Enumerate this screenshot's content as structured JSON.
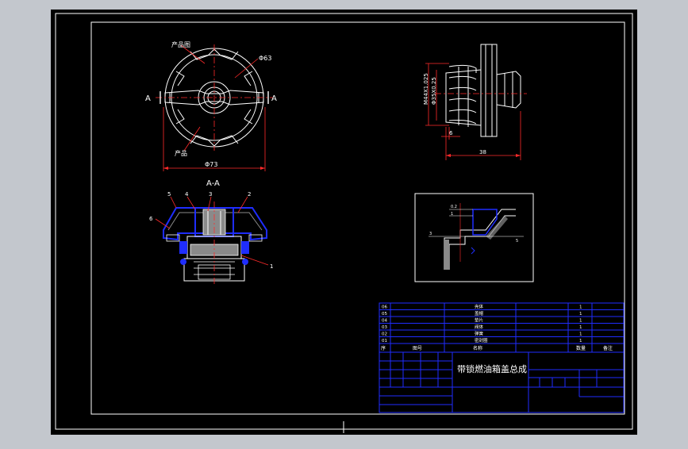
{
  "colors": {
    "viewport_bg": "#c3c7cd",
    "paper": "#000000",
    "frame": "#ffffff",
    "dimension": "#ff2a2a",
    "outline": "#ffffff",
    "blue": "#1f2dff",
    "grey_fill": "#8a8a8a"
  },
  "top_view": {
    "label_top": "产品图",
    "label_dia_small": "Φ63",
    "label_left": "A",
    "label_right": "A",
    "label_bottom": "产品",
    "label_dia_large": "Φ73"
  },
  "side_view": {
    "label_dia_1": "M44X1.025",
    "label_dia_2": "Φ35X0.25",
    "label_small": "6",
    "label_length": "38"
  },
  "section": {
    "title": "A-A",
    "callouts": [
      "5",
      "4",
      "3",
      "2",
      "6",
      "1"
    ]
  },
  "detail": {
    "labels": [
      "0.2",
      "1",
      "3",
      "5"
    ]
  },
  "bom": {
    "rows": [
      {
        "no": "06",
        "name": "壳体",
        "qty": "1"
      },
      {
        "no": "05",
        "name": "盖帽",
        "qty": "1"
      },
      {
        "no": "04",
        "name": "垫片",
        "qty": "1"
      },
      {
        "no": "03",
        "name": "阀体",
        "qty": "1"
      },
      {
        "no": "02",
        "name": "弹簧",
        "qty": "1"
      },
      {
        "no": "01",
        "name": "密封圈",
        "qty": "1"
      }
    ],
    "header": {
      "no": "序",
      "code": "图号",
      "name": "名称",
      "qty": "数量",
      "note": "备注"
    }
  },
  "title_block": {
    "drawing_title": "带锁燃油箱盖总成"
  }
}
